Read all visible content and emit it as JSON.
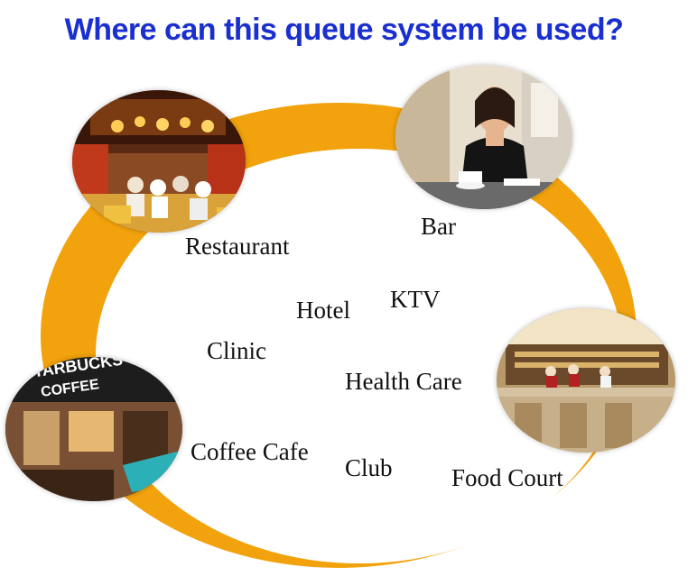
{
  "title": "Where can this queue system be used?",
  "colors": {
    "title": "#1a2fd0",
    "ring": "#f2a20c",
    "label": "#111111"
  },
  "labels": {
    "restaurant": "Restaurant",
    "bar": "Bar",
    "hotel": "Hotel",
    "ktv": "KTV",
    "clinic": "Clinic",
    "health_care": "Health Care",
    "coffee_cafe": "Coffee Cafe",
    "club": "Club",
    "food_court": "Food Court"
  },
  "photos": {
    "restaurant": "restaurant-interior",
    "bar": "woman-at-cafe-table",
    "food_court": "bar-counter-interior",
    "starbucks": "starbucks-storefront"
  },
  "starbucks_sign": {
    "line1": "STARBUCKS",
    "line2": "COFFEE"
  }
}
